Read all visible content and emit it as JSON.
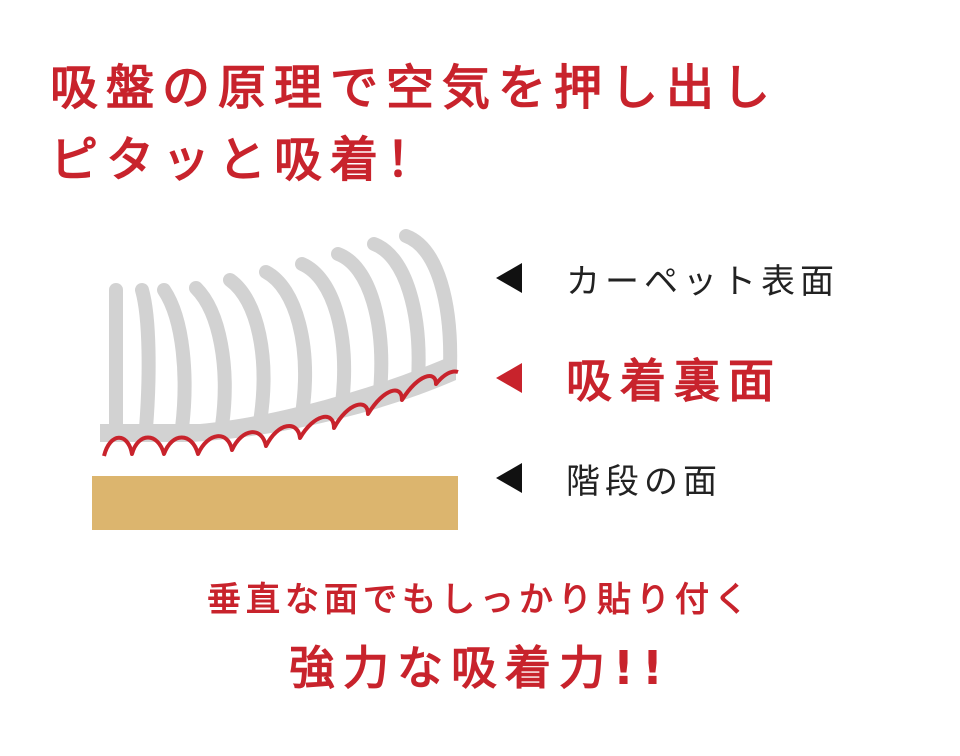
{
  "headline": {
    "line1": "吸盤の原理で空気を押し出し",
    "line2": "ピタッと吸着！"
  },
  "labels": {
    "carpet_surface": "カーペット表面",
    "suction_back": "吸着裏面",
    "stair_surface": "階段の面"
  },
  "bottom": {
    "sub": "垂直な面でもしっかり貼り付く",
    "main": "強力な吸着力!!"
  },
  "colors": {
    "accent": "#c8232c",
    "fiber": "#d2d2d2",
    "stair": "#dcb56e",
    "arrow": "#111111"
  }
}
